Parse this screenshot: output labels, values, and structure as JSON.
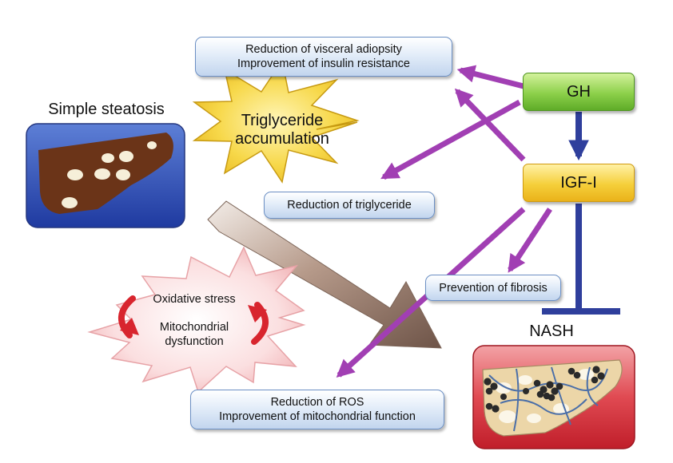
{
  "nodes": {
    "gh": "GH",
    "igf": "IGF-I",
    "simple_steatosis": "Simple steatosis",
    "nash": "NASH",
    "triglyceride_line1": "Triglyceride",
    "triglyceride_line2": "accumulation",
    "oxidative_stress": "Oxidative stress",
    "mito_line1": "Mitochondrial",
    "mito_line2": "dysfunction"
  },
  "effects": {
    "visceral_line1": "Reduction of visceral adiopsity",
    "visceral_line2": "Improvement of insulin resistance",
    "triglyceride": "Reduction of triglyceride",
    "fibrosis": "Prevention of fibrosis",
    "ros_line1": "Reduction of ROS",
    "ros_line2": "Improvement of mitochondrial function"
  },
  "colors": {
    "gh_box": "#8cd04a",
    "igf_box": "#f5cf3a",
    "arrow_purple": "#a13fb3",
    "arrow_blue": "#2f3f9c",
    "liver_brown": "#6b3418",
    "steatosis_bg": "#3452b4",
    "nash_bg": "#d4303a",
    "starburst_yellow": "#f4cc30",
    "starburst_pink": "#f9d6d8",
    "cycle_arrows": "#d8252e"
  }
}
